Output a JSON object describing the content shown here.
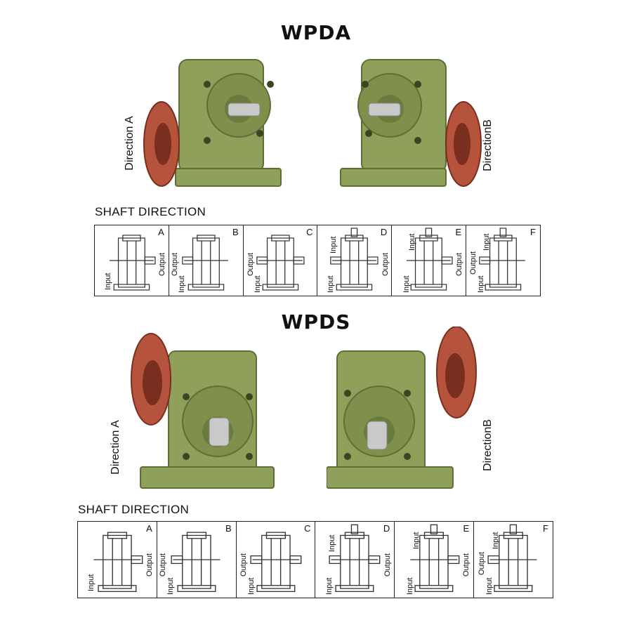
{
  "sections": [
    {
      "title": "WPDA",
      "direction_a_label": "Direction A",
      "direction_b_label": "DirectionB",
      "shaft_title": "SHAFT DIRECTION",
      "cells": [
        {
          "letter": "A",
          "labels": [
            "Input",
            "Output"
          ]
        },
        {
          "letter": "B",
          "labels": [
            "Input",
            "Output"
          ]
        },
        {
          "letter": "C",
          "labels": [
            "Input",
            "Output"
          ]
        },
        {
          "letter": "D",
          "labels": [
            "Input",
            "Input",
            "Output"
          ]
        },
        {
          "letter": "E",
          "labels": [
            "Input",
            "Input",
            "Output"
          ]
        },
        {
          "letter": "F",
          "labels": [
            "Input",
            "Output",
            "Input"
          ]
        }
      ]
    },
    {
      "title": "WPDS",
      "direction_a_label": "Direction A",
      "direction_b_label": "DirectionB",
      "shaft_title": "SHAFT DIRECTION",
      "cells": [
        {
          "letter": "A",
          "labels": [
            "Input",
            "Output"
          ]
        },
        {
          "letter": "B",
          "labels": [
            "Input",
            "Output"
          ]
        },
        {
          "letter": "C",
          "labels": [
            "Input",
            "Output"
          ]
        },
        {
          "letter": "D",
          "labels": [
            "Input",
            "Input",
            "Output"
          ]
        },
        {
          "letter": "E",
          "labels": [
            "Input",
            "Input",
            "Output"
          ]
        },
        {
          "letter": "F",
          "labels": [
            "Input",
            "Output",
            "Input"
          ]
        }
      ]
    }
  ],
  "colors": {
    "housing": "#8fa05a",
    "housing_dark": "#5f6e37",
    "flange": "#b5533c",
    "shaft": "#c9c9c9"
  }
}
